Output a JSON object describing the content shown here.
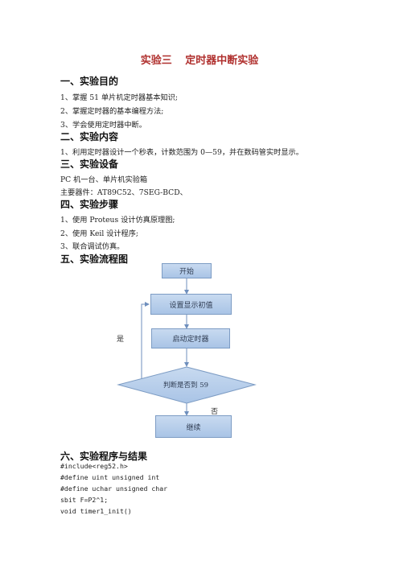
{
  "title": {
    "part1": "实验三",
    "part2": "定时器中断实验"
  },
  "sections": {
    "s1": "一、实验目的",
    "s2": "二、实验内容",
    "s3": "三、实验设备",
    "s4": "四、实验步骤",
    "s5": "五、实验流程图",
    "s6": "六、实验程序与结果"
  },
  "purpose": [
    "1、掌握 51 单片机定时器基本知识;",
    "2、掌握定时器的基本编程方法;",
    "3、学会使用定时器中断。"
  ],
  "content": "1、利用定时器设计一个秒表，计数范围为 0—59，并在数码管实时显示。",
  "equipment": [
    "PC 机一台、单片机实验箱",
    "主要器件：AT89C52、7SEG-BCD、"
  ],
  "steps": [
    "1、使用 Proteus 设计仿真原理图;",
    "2、使用 Keil 设计程序;",
    "3、联合调试仿真。"
  ],
  "flow": {
    "start": "开始",
    "init": "设置显示初值",
    "timer": "启动定时器",
    "decision": "判断是否到 59",
    "continue": "继续",
    "yes": "是",
    "no": "否"
  },
  "code": [
    "#include<reg52.h>",
    "#define uint unsigned int",
    "#define uchar unsigned char",
    "sbit F=P2^1;",
    "void timer1_init()"
  ]
}
